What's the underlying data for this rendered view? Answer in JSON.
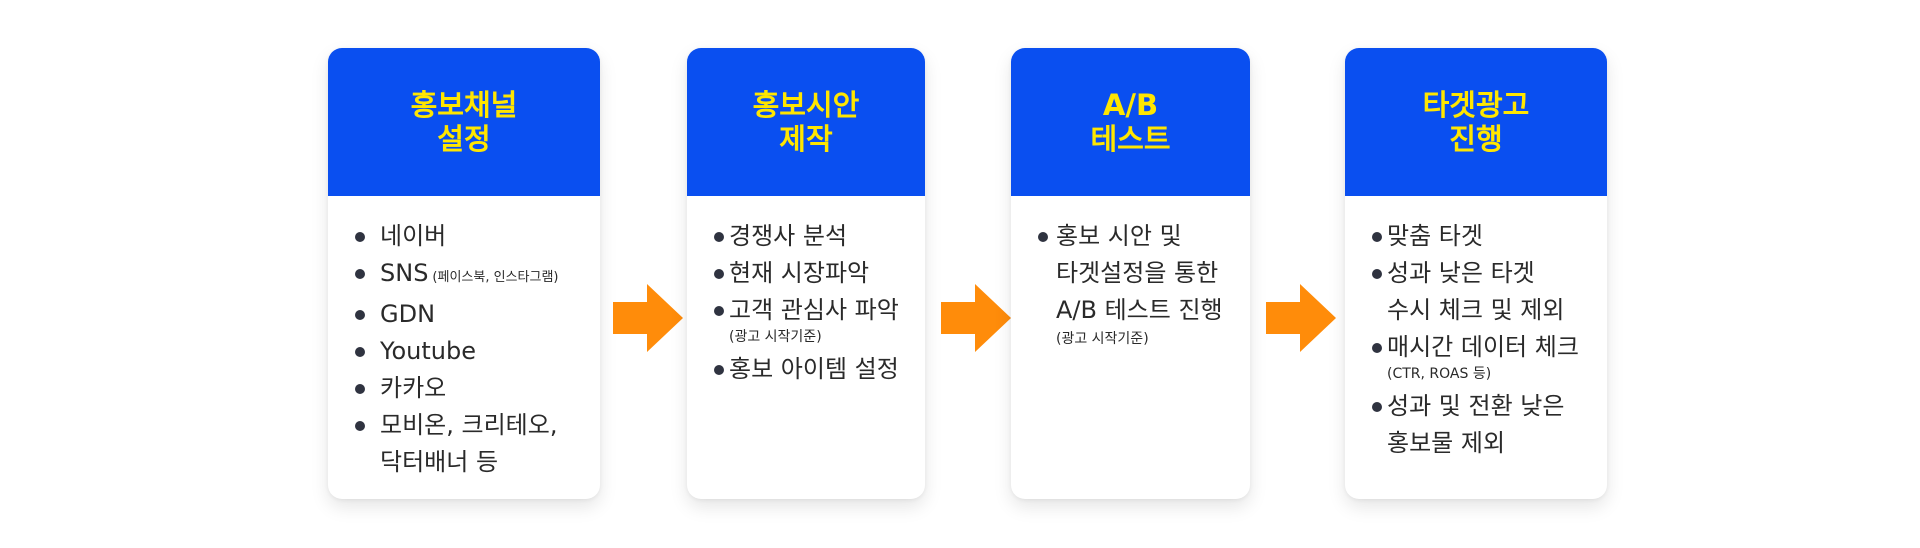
{
  "steps": [
    {
      "title_lines": [
        "홍보채널",
        "설정"
      ],
      "items": [
        {
          "text": "네이버"
        },
        {
          "text": "SNS",
          "small": "(페이스북, 인스타그램)"
        },
        {
          "text": "GDN"
        },
        {
          "text": "Youtube"
        },
        {
          "text": "카카오"
        },
        {
          "text": "모비온, 크리테오,\n닥터배너 등"
        }
      ]
    },
    {
      "title_lines": [
        "홍보시안",
        "제작"
      ],
      "items": [
        {
          "text": "경쟁사 분석"
        },
        {
          "text": "현재 시장파악"
        },
        {
          "text": "고객 관심사 파악",
          "note": "(광고 시작기준)"
        },
        {
          "text": "홍보 아이템 설정"
        }
      ]
    },
    {
      "title_lines": [
        "A/B",
        "테스트"
      ],
      "items": [
        {
          "text": "홍보 시안 및\n타겟설정을 통한\nA/B 테스트 진행",
          "note": "(광고 시작기준)"
        }
      ]
    },
    {
      "title_lines": [
        "타겟광고",
        "진행"
      ],
      "items": [
        {
          "text": "맞춤 타겟"
        },
        {
          "text": "성과 낮은 타겟\n수시 체크 및 제외"
        },
        {
          "text": "매시간 데이터 체크",
          "note": "(CTR, ROAS 등)"
        },
        {
          "text": "성과 및 전환 낮은\n홍보물 제외"
        }
      ]
    }
  ],
  "colors": {
    "header_bg": "#0a4ff0",
    "title_text": "#ffe600",
    "arrow": "#ff8c0a",
    "bullet": "#2f3340"
  },
  "icons": [
    "arrow-right-icon"
  ]
}
